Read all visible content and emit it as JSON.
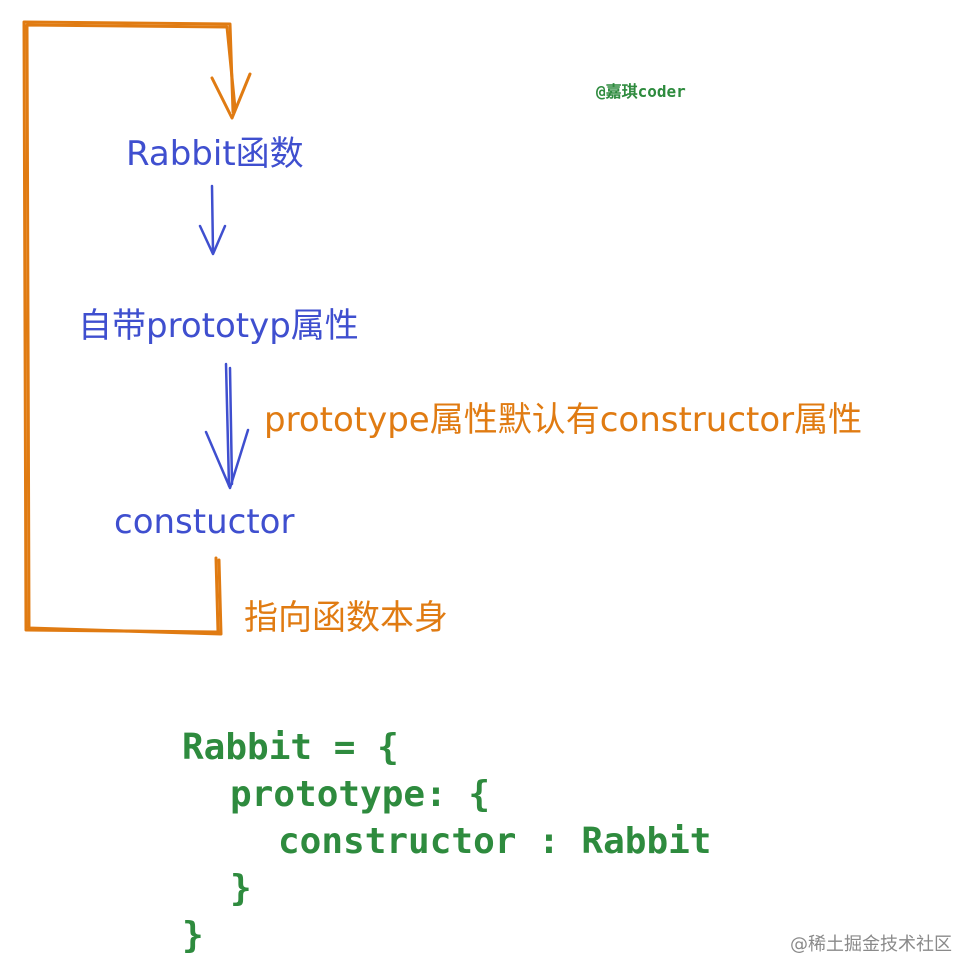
{
  "watermark_top": "@嘉琪coder",
  "nodes": {
    "rabbit_function": "Rabbit函数",
    "own_prototype": "自带prototyp属性",
    "constructor": "constuctor"
  },
  "notes": {
    "prototype_has_constructor": "prototype属性默认有constructor属性",
    "points_to_self": "指向函数本身"
  },
  "code": {
    "line1": "Rabbit = {",
    "line2": "prototype: {",
    "line3": "constructor : Rabbit",
    "line4": "}",
    "line5": "}"
  },
  "watermark_bottom": "@稀土掘金技术社区",
  "colors": {
    "blue": "#3f4fcf",
    "orange": "#e07b12",
    "green": "#2e8b3e",
    "grey": "#8a8a8a"
  }
}
